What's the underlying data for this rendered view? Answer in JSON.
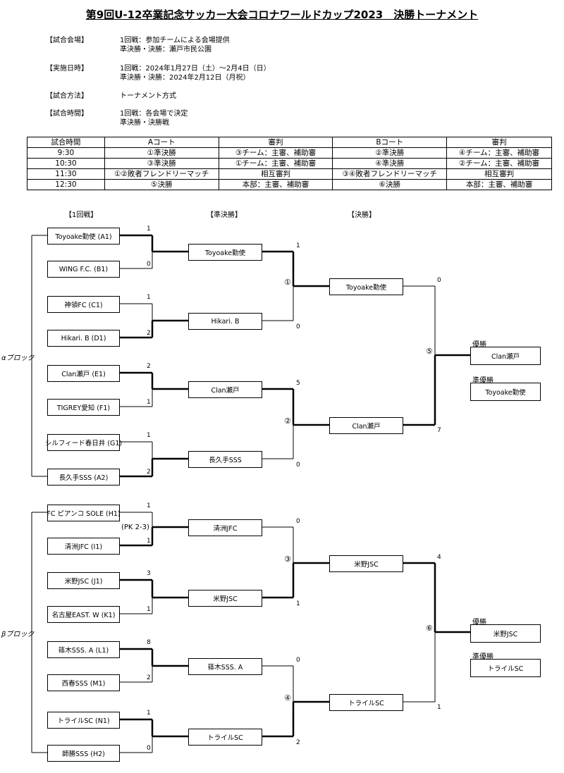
{
  "title": "第9回U-12卒業記念サッカー大会コロナワールドカップ2023　決勝トーナメント",
  "info": [
    {
      "label": "【試合会場】",
      "lines": [
        "1回戦：参加チームによる会場提供",
        "準決勝・決勝：瀬戸市民公園"
      ]
    },
    {
      "label": "【実施日時】",
      "lines": [
        "1回戦：2024年1月27日（土）～2月4日（日）",
        "準決勝・決勝：2024年2月12日（月祝）"
      ]
    },
    {
      "label": "【試合方法】",
      "lines": [
        "トーナメント方式",
        ""
      ]
    },
    {
      "label": "【試合時間】",
      "lines": [
        "1回戦：各会場で決定",
        "準決勝・決勝戦"
      ]
    }
  ],
  "schedule": {
    "headers": [
      "試合時間",
      "Aコート",
      "審判",
      "Bコート",
      "審判"
    ],
    "rows": [
      [
        "9:30",
        "①準決勝",
        "③チーム：主審、補助審",
        "②準決勝",
        "④チーム：主審、補助審"
      ],
      [
        "10:30",
        "③準決勝",
        "①チーム：主審、補助審",
        "④準決勝",
        "②チーム：主審、補助審"
      ],
      [
        "11:30",
        "①②敗者フレンドリーマッチ",
        "相互審判",
        "③④敗者フレンドリーマッチ",
        "相互審判"
      ],
      [
        "12:30",
        "⑤決勝",
        "本部：主審、補助審",
        "⑥決勝",
        "本部：主審、補助審"
      ]
    ]
  },
  "bracket": {
    "round_headers": [
      "【1回戦】",
      "【準決勝】",
      "【決勝】"
    ],
    "blocks": [
      "αブロック",
      "βブロック"
    ],
    "round1": [
      "Toyoake勤使 (A1)",
      "WING F.C. (B1)",
      "神領FC (C1)",
      "Hikari. B (D1)",
      "Clan瀬戸 (E1)",
      "TIGREY愛知 (F1)",
      "シルフィード春日井 (G1)",
      "長久手SSS (A2)",
      "FC ピアンコ SOLE (H1)",
      "清洲JFC (I1)",
      "米野JSC (J1)",
      "名古屋EAST. W (K1)",
      "篠木SSS. A (L1)",
      "西春SSS (M1)",
      "トライルSC (N1)",
      "師勝SSS (H2)"
    ],
    "round1_scores": [
      "1",
      "0",
      "1",
      "2",
      "2",
      "1",
      "1",
      "2",
      "1",
      "1",
      "3",
      "1",
      "8",
      "2",
      "1",
      "0"
    ],
    "pk_note": "(PK 2-3)",
    "semifinal": [
      "Toyoake勤使",
      "Hikari. B",
      "Clan瀬戸",
      "長久手SSS",
      "清洲JFC",
      "米野JSC",
      "篠木SSS. A",
      "トライルSC"
    ],
    "semifinal_scores": [
      "1",
      "0",
      "5",
      "0",
      "0",
      "1",
      "0",
      "2"
    ],
    "game_numbers": [
      "①",
      "②",
      "③",
      "④",
      "⑤",
      "⑥"
    ],
    "final": [
      "Toyoake勤使",
      "Clan瀬戸",
      "米野JSC",
      "トライルSC"
    ],
    "final_scores": [
      "0",
      "7",
      "4",
      "1"
    ],
    "results": [
      {
        "winner_label": "優勝",
        "winner": "Clan瀬戸",
        "runner_label": "準優勝",
        "runner": "Toyoake勤使"
      },
      {
        "winner_label": "優勝",
        "winner": "米野JSC",
        "runner_label": "準優勝",
        "runner": "トライルSC"
      }
    ]
  }
}
